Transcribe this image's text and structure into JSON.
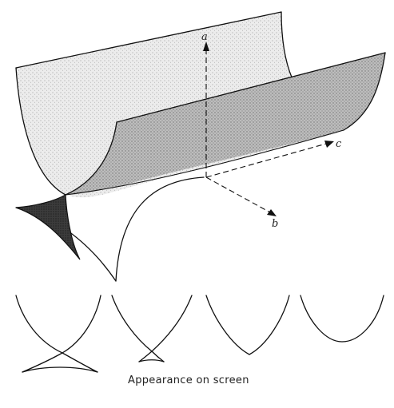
{
  "figure": {
    "axes": {
      "a": "a",
      "b": "b",
      "c": "c"
    },
    "caption": "Appearance on screen"
  }
}
